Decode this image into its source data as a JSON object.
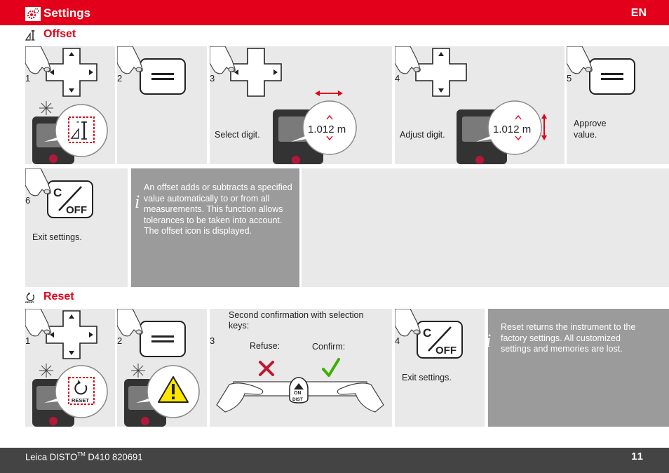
{
  "header": {
    "title": "Settings",
    "lang": "EN"
  },
  "offset": {
    "heading": "Offset",
    "steps": [
      {
        "num": "1"
      },
      {
        "num": "2"
      },
      {
        "num": "3",
        "caption": "Select digit.",
        "display": "1.012 m"
      },
      {
        "num": "4",
        "caption": "Adjust digit.",
        "display": "1.012 m"
      },
      {
        "num": "5",
        "caption": "Approve value."
      },
      {
        "num": "6",
        "caption": "Exit settings."
      }
    ],
    "info": "An offset adds or subtracts a specified value automatically to or from all measurements. This function allows tolerances to be taken into account. The offset icon is displayed."
  },
  "reset": {
    "heading": "Reset",
    "icon_label": "RESET",
    "steps": [
      {
        "num": "1",
        "key_label": "RESET"
      },
      {
        "num": "2"
      },
      {
        "num": "3",
        "caption": "Second confirmation with selection keys:",
        "refuse": "Refuse:",
        "confirm": "Confirm:",
        "on_label": "ON",
        "dist_label": "DIST"
      },
      {
        "num": "4",
        "caption": "Exit settings."
      }
    ],
    "info": "Reset returns the instrument to the factory settings. All customized settings and memories are lost."
  },
  "cof_key": {
    "c": "C",
    "off": "OFF"
  },
  "footer": {
    "product": "Leica DISTO",
    "tm": "TM",
    "model": " D410 820691",
    "page": "11"
  },
  "colors": {
    "brand_red": "#e2001a",
    "panel_gray": "#e9e9e9",
    "info_gray": "#9b9b9b",
    "footer": "#444444",
    "ok_green": "#3cb000"
  }
}
